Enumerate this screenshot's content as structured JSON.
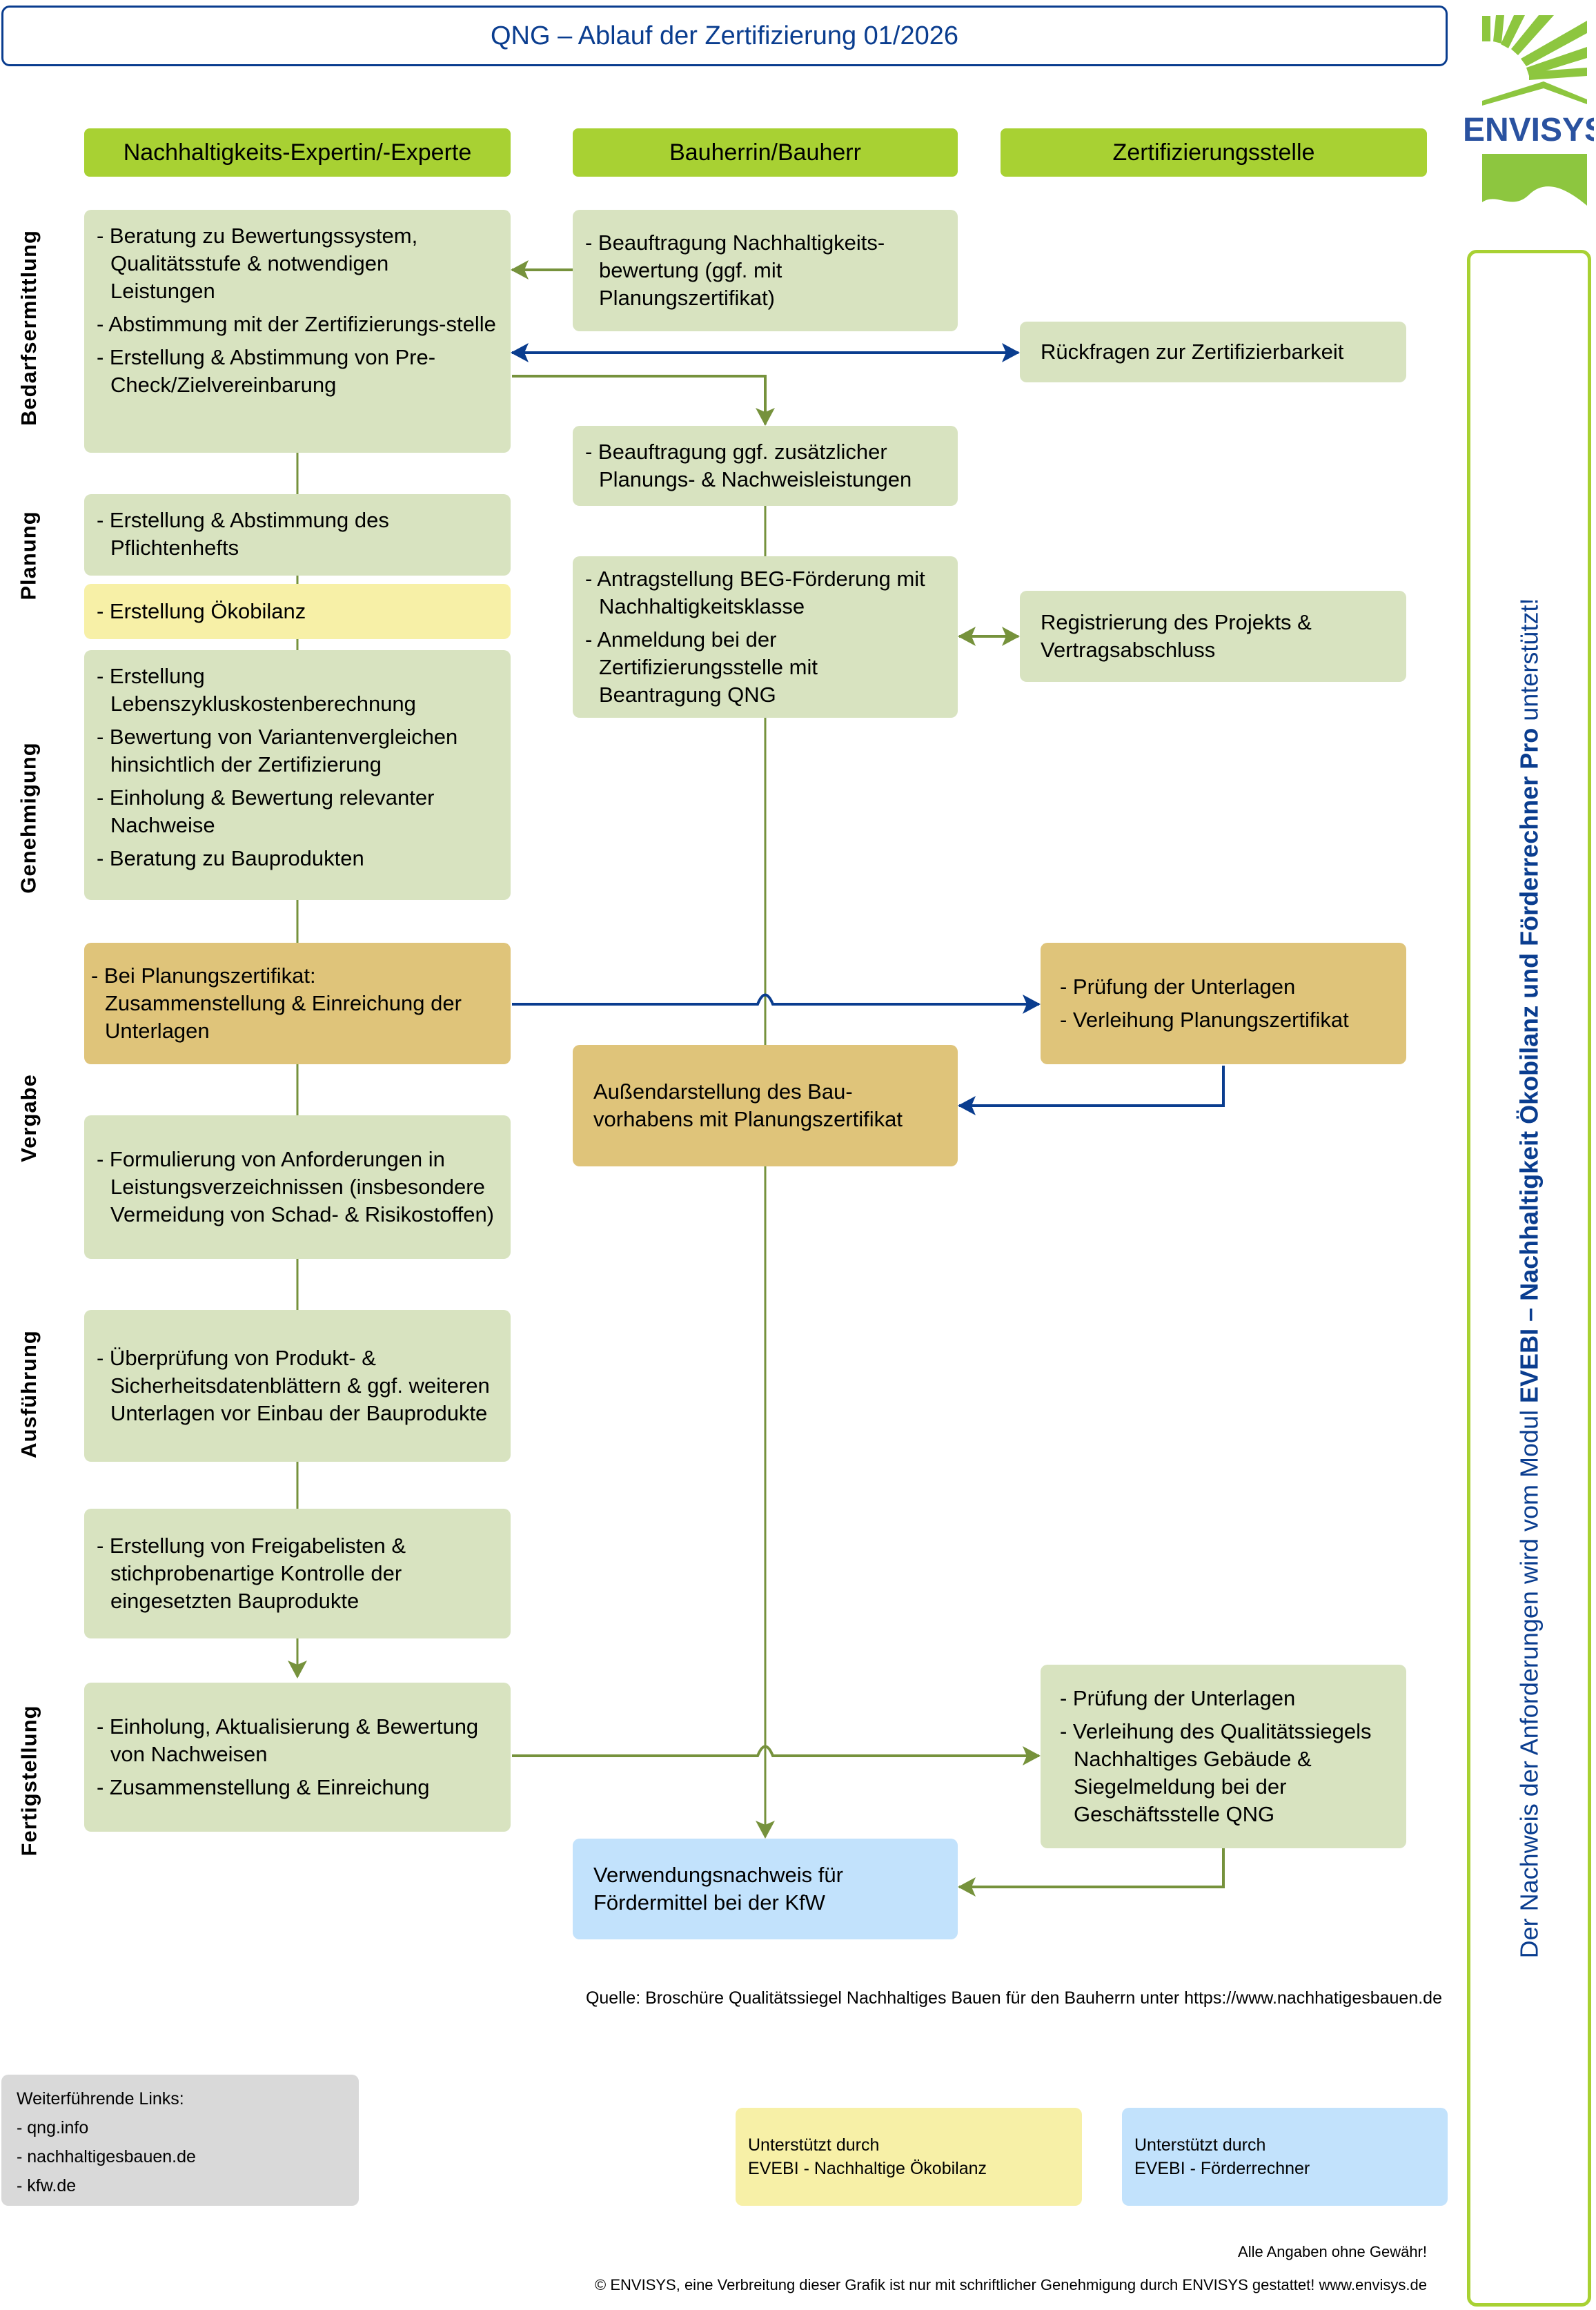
{
  "title": "QNG – Ablauf der Zertifizierung 01/2026",
  "logo": {
    "text": "ENVISYS",
    "icon": "envisys-logo-icon"
  },
  "columns": [
    {
      "label": "Nachhaltigkeits-Expertin/-Experte"
    },
    {
      "label": "Bauherrin/Bauherr"
    },
    {
      "label": "Zertifizierungsstelle"
    }
  ],
  "phases": [
    "Bedarfsermittlung",
    "Planung",
    "Genehmigung",
    "Vergabe",
    "Ausführung",
    "Fertigstellung"
  ],
  "expert": {
    "bedarf": [
      "- Beratung zu Bewertungssystem, Qualitätsstufe & notwendigen Leistungen",
      "- Abstimmung mit der Zertifizierungs-stelle",
      "- Erstellung & Abstimmung von Pre-Check/Zielvereinbarung"
    ],
    "pflichtenheft": [
      "- Erstellung & Abstimmung des Pflichtenhefts"
    ],
    "oekobilanz": [
      "- Erstellung Ökobilanz"
    ],
    "genehmigung": [
      "- Erstellung Lebenszykluskostenberechnung",
      "- Bewertung von Variantenvergleichen hinsichtlich der Zertifizierung",
      "- Einholung & Bewertung relevanter Nachweise",
      "- Beratung zu Bauprodukten"
    ],
    "planungszertifikat": [
      "- Bei Planungszertifikat: Zusammenstellung & Einreichung der Unterlagen"
    ],
    "vergabe": [
      "- Formulierung von Anforderungen in Leistungsverzeichnissen (insbesondere Vermeidung von Schad- & Risikostoffen)"
    ],
    "ausfuehrung1": [
      "- Überprüfung von Produkt- & Sicherheitsdatenblättern & ggf. weiteren Unterlagen vor Einbau der Bauprodukte"
    ],
    "ausfuehrung2": [
      "- Erstellung von Freigabelisten & stichprobenartige Kontrolle der eingesetzten Bauprodukte"
    ],
    "fertigstellung": [
      "- Einholung, Aktualisierung & Bewertung von Nachweisen",
      "- Zusammenstellung & Einreichung"
    ]
  },
  "owner": {
    "beauftragung": [
      "- Beauftragung Nachhaltigkeits-bewertung (ggf. mit Planungszertifikat)"
    ],
    "zusaetzlich": [
      "- Beauftragung ggf. zusätzlicher Planungs- & Nachweisleistungen"
    ],
    "antrag": [
      "- Antragstellung BEG-Förderung mit Nachhaltigkeitsklasse",
      "- Anmeldung bei der Zertifizierungsstelle mit Beantragung QNG"
    ],
    "aussendarstellung": "Außendarstellung des Bau-vorhabens mit Planungszertifikat",
    "verwendungsnachweis": "Verwendungsnachweis für Fördermittel bei der KfW"
  },
  "cert": {
    "rueckfragen": "Rückfragen zur Zertifizierbarkeit",
    "registrierung": "Registrierung des Projekts & Vertragsabschluss",
    "pruefung_planung": [
      "- Prüfung der Unterlagen",
      "- Verleihung Planungszertifikat"
    ],
    "pruefung_final": [
      "- Prüfung der Unterlagen",
      "- Verleihung des Qualitätssiegels Nachhaltiges Gebäude & Siegelmeldung bei der Geschäftsstelle QNG"
    ]
  },
  "source": "Quelle: Broschüre Qualitätssiegel Nachhaltiges Bauen für den Bauherrn unter https://www.nachhatigesbauen.de",
  "links": {
    "heading": "Weiterführende Links:",
    "items": [
      "- qng.info",
      "- nachhaltigesbauen.de",
      "- kfw.de"
    ]
  },
  "legend": [
    {
      "line1": "Unterstützt durch",
      "line2": "EVEBI - Nachhaltige Ökobilanz",
      "color": "#f7f0a7"
    },
    {
      "line1": "Unterstützt durch",
      "line2": "EVEBI - Förderrechner",
      "color": "#c2e2fc"
    }
  ],
  "side_panel": {
    "prefix": "Der Nachweis der Anforderungen wird vom Modul ",
    "bold1": "EVEBI – Nachhaltigkeit Ökobilanz  und Förderrechner Pro",
    "suffix": " unterstützt!"
  },
  "disclaimer": "Alle Angaben ohne Gewähr!",
  "copyright": "© ENVISYS, eine Verbreitung dieser Grafik ist nur mit schriftlicher Genehmigung durch ENVISYS gestattet! www.envisys.de",
  "colors": {
    "brand_blue": "#0a3d8f",
    "header_green": "#a8d133",
    "box_green": "#d8e3c0",
    "arrow_green": "#76923c",
    "box_yellow": "#f7f0a7",
    "box_orange": "#dfc47a",
    "box_blue": "#c2e2fc"
  }
}
